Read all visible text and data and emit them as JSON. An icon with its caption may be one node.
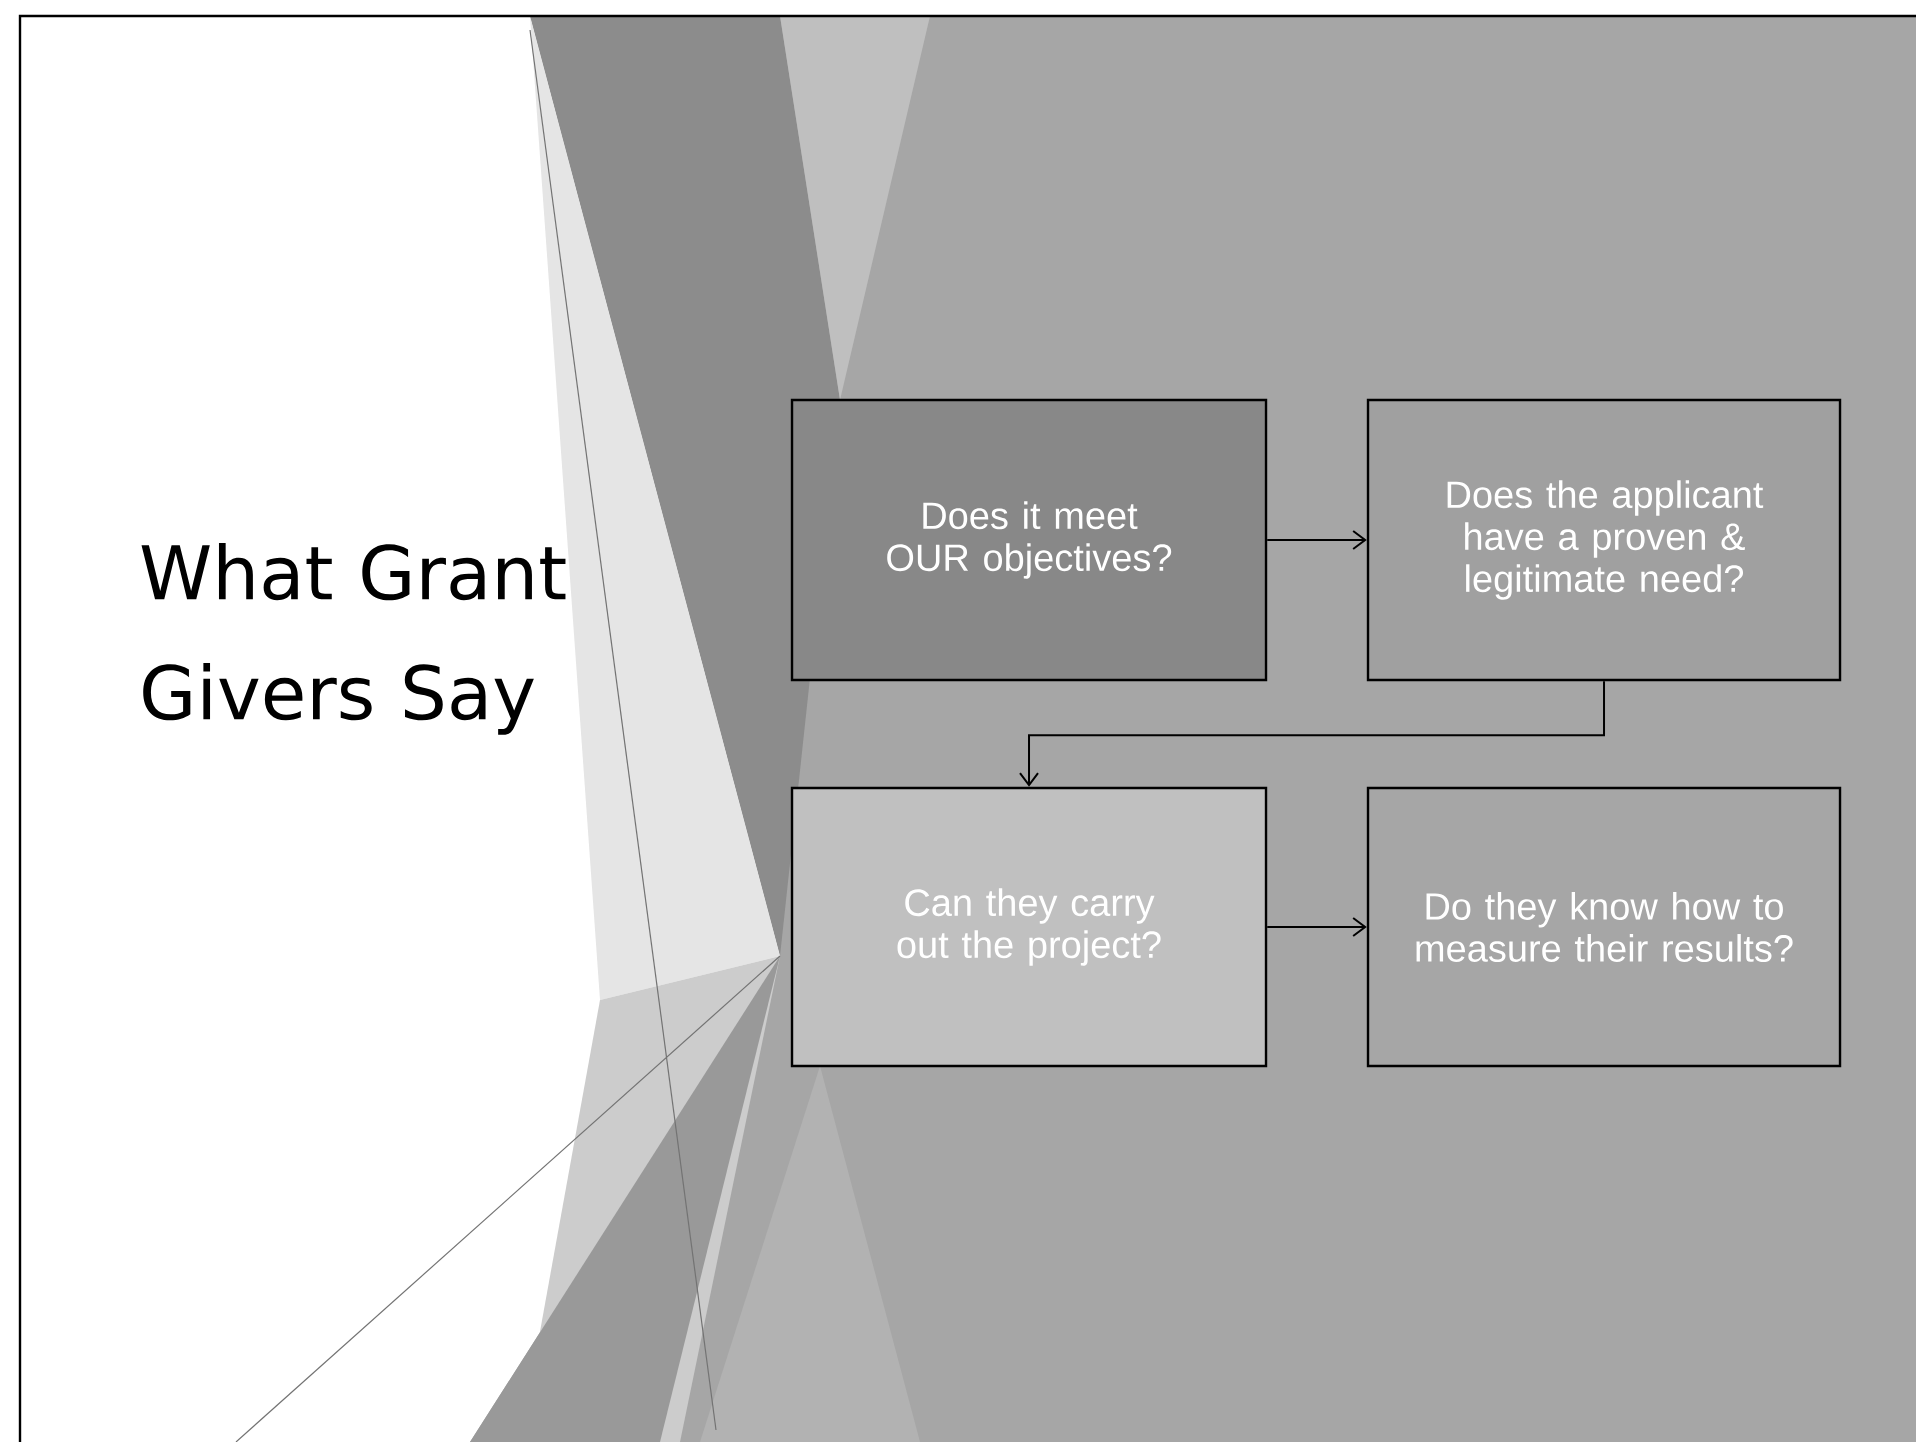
{
  "diagram": {
    "title": "What Grant Givers Say",
    "nodes": [
      {
        "text": [
          "Does it meet OUR objectives?"
        ]
      },
      {
        "text": [
          "Does the applicant have a proven & legitimate need?"
        ]
      },
      {
        "text": [
          "Can they carry out the project?"
        ]
      },
      {
        "text": [
          "Do they know how to measure their results?"
        ]
      }
    ],
    "edges": [
      {
        "from": 0,
        "to": 1,
        "arrow": "to"
      },
      {
        "from": 1,
        "to": 2,
        "arrow": "to"
      },
      {
        "from": 2,
        "to": 3,
        "arrow": "to"
      }
    ]
  }
}
